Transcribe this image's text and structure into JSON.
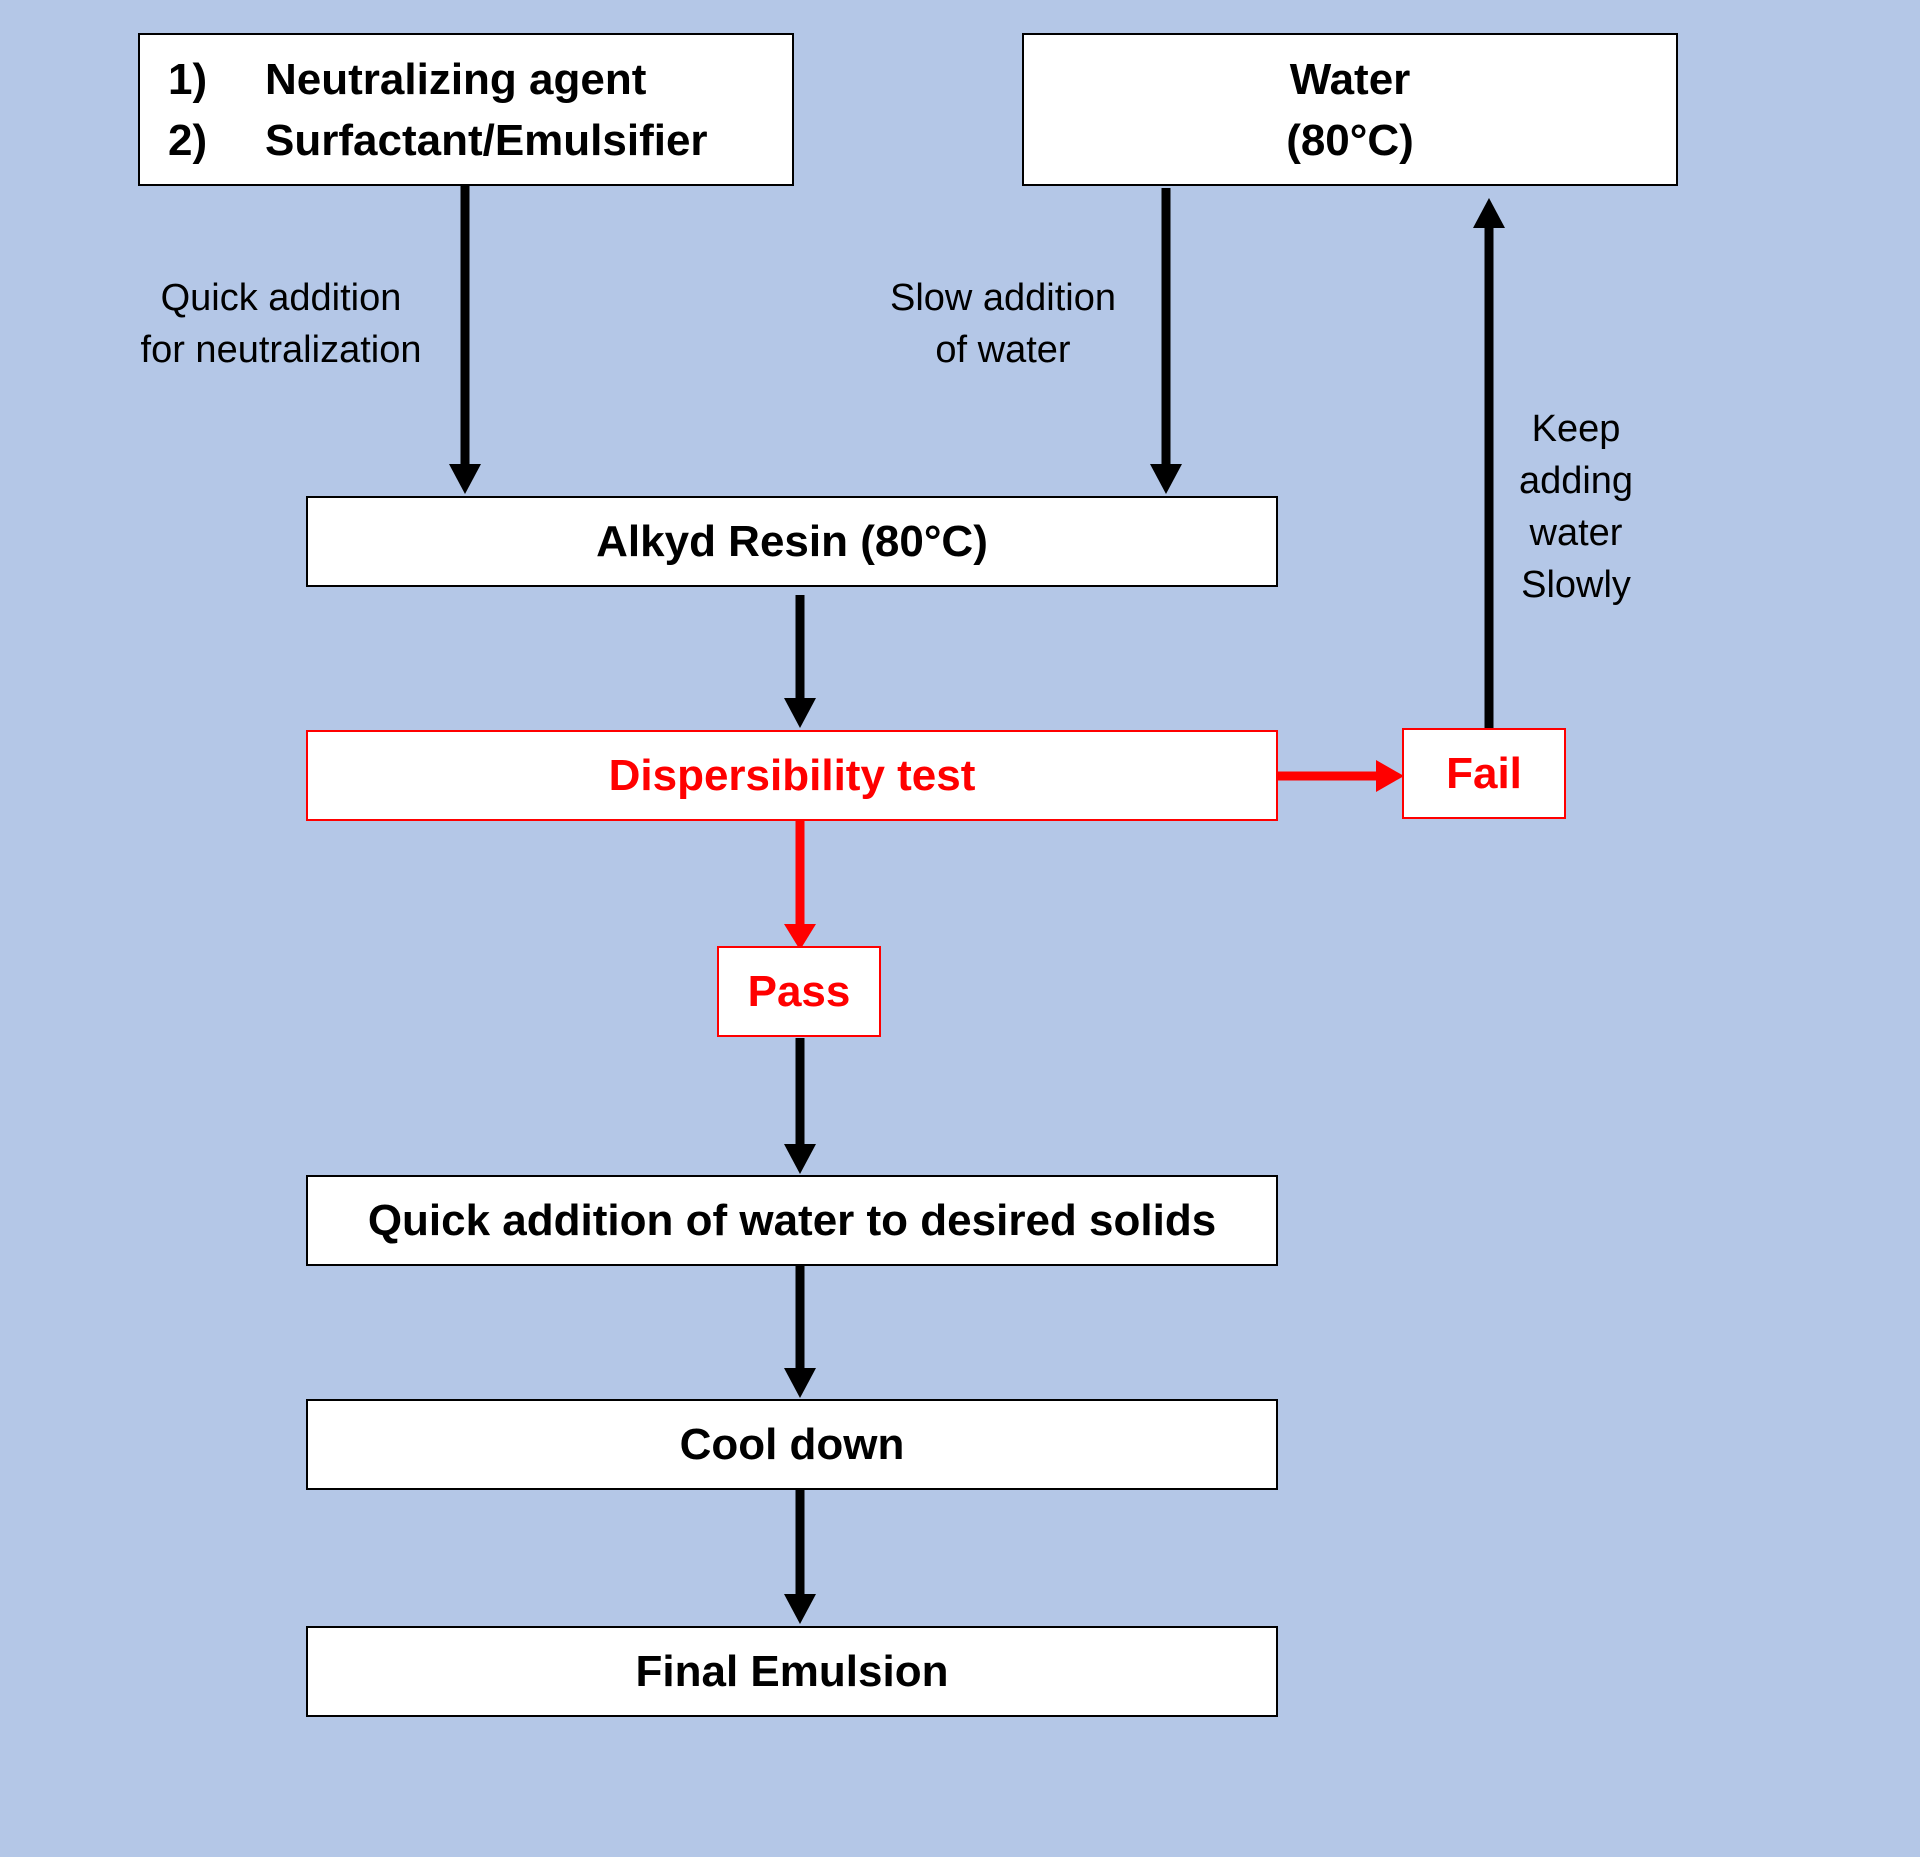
{
  "diagram": {
    "inputs": {
      "items": [
        {
          "num": "1)",
          "text": "Neutralizing agent"
        },
        {
          "num": "2)",
          "text": "Surfactant/Emulsifier"
        }
      ]
    },
    "water": {
      "line1": "Water",
      "line2": "(80°C)"
    },
    "labels": {
      "quick_addition": [
        "Quick addition",
        "for neutralization"
      ],
      "slow_addition": [
        "Slow addition",
        "of water"
      ],
      "keep_adding": [
        "Keep",
        "adding",
        "water",
        "Slowly"
      ]
    },
    "steps": {
      "alkyd": "Alkyd Resin (80°C)",
      "dispersibility": "Dispersibility test",
      "fail": "Fail",
      "pass": "Pass",
      "quick_water": "Quick addition of water to desired solids",
      "cool": "Cool down",
      "final": "Final Emulsion"
    },
    "colors": {
      "background": "#b4c7e7",
      "box": "#ffffff",
      "line": "#000000",
      "test": "#ff0000"
    }
  }
}
